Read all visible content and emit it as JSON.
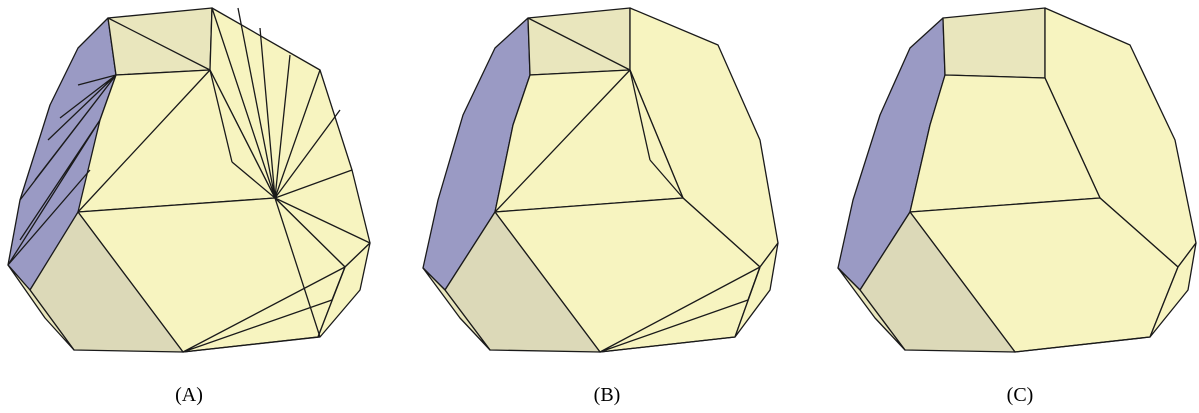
{
  "panels": [
    {
      "caption": "(A)"
    },
    {
      "caption": "(B)"
    },
    {
      "caption": "(C)"
    }
  ],
  "colors": {
    "face_light": "#f7f4c0",
    "face_mid": "#e9e6bd",
    "face_shade": "#dcd9b8",
    "face_blue": "#9a9ac4",
    "edge": "#1a1a1a"
  }
}
